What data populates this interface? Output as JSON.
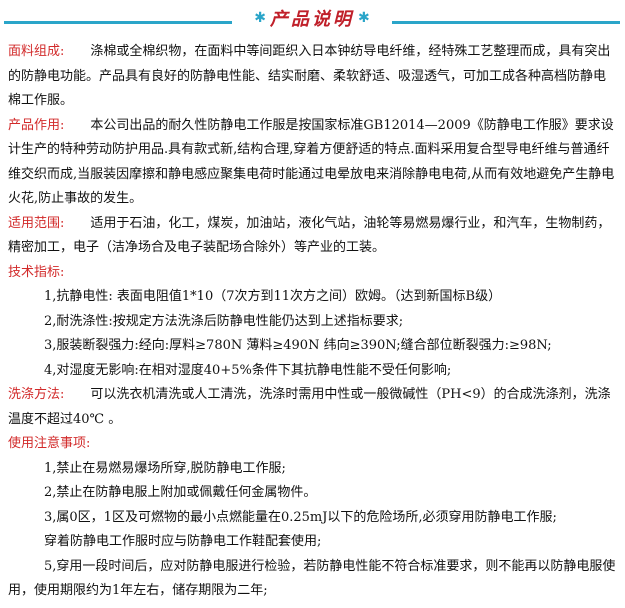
{
  "header": {
    "title": "产品说明"
  },
  "sections": {
    "fabric": {
      "label": "面料组成:",
      "text": "涤棉或全棉织物，在面料中等间距织入日本钟纺导电纤维，经特殊工艺整理而成，具有突出的防静电功能。产品具有良好的防静电性能、结实耐磨、柔软舒适、吸湿透气，可加工成各种高档防静电棉工作服。"
    },
    "purpose": {
      "label": "产品作用:",
      "text": "本公司出品的耐久性防静电工作服是按国家标准GB12014—2009《防静电工作服》要求设计生产的特种劳动防护用品.具有款式新,结构合理,穿着方便舒适的特点.面料采用复合型导电纤维与普通纤维交织而成,当服装因摩擦和静电感应聚集电荷时能通过电晕放电来消除静电电荷,从而有效地避免产生静电火花,防止事故的发生。"
    },
    "scope": {
      "label": "适用范围:",
      "text": "适用于石油，化工，煤炭，加油站，液化气站，油轮等易燃易爆行业，和汽车，生物制药，精密加工，电子（洁净场合及电子装配场合除外）等产业的工装。"
    },
    "specs": {
      "label": "技术指标:",
      "items": [
        "1,抗静电性: 表面电阻值1*10（7次方到11次方之间）欧姆。（达到新国标B级）",
        "2,耐洗涤性:按规定方法洗涤后防静电性能仍达到上述指标要求;",
        "3,服装断裂强力:经向:厚料≥780N 薄料≥490N 纬向≥390N;缝合部位断裂强力:≥98N;",
        "4,对湿度无影响:在相对湿度40+5%条件下其抗静电性能不受任何影响;"
      ]
    },
    "washing": {
      "label": "洗涤方法:",
      "text": "可以洗衣机清洗或人工清洗，洗涤时需用中性或一般微碱性（PH<9）的合成洗涤剂，洗涤温度不超过40℃ 。"
    },
    "notes": {
      "label": "使用注意事项:",
      "items": [
        "1,禁止在易燃易爆场所穿,脱防静电工作服;",
        "2,禁止在防静电服上附加或佩戴任何金属物件。",
        "3,属0区，1区及可燃物的最小点燃能量在0.25mJ以下的危险场所,必须穿用防静电工作服;",
        "穿着防静电工作服时应与防静电工作鞋配套使用;",
        "5,穿用一段时间后，应对防静电服进行检验，若防静电性能不符合标准要求，则不能再以防静电服使用，使用期限约为1年左右，储存期限为二年;"
      ]
    }
  }
}
